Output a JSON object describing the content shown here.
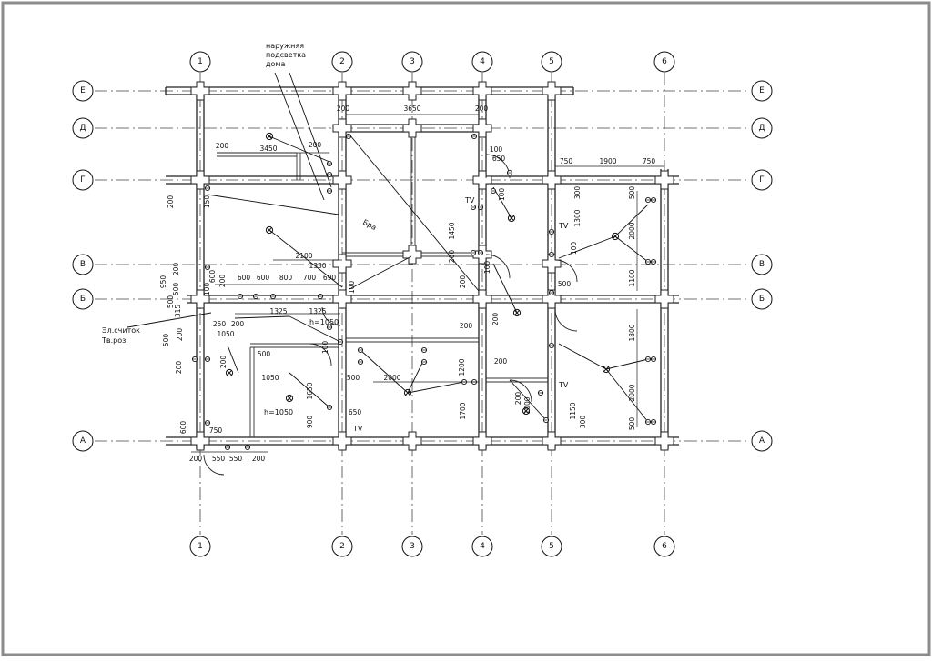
{
  "grid_axes": {
    "vertical": [
      "1",
      "2",
      "3",
      "4",
      "5",
      "6"
    ],
    "horizontal": [
      "Е",
      "Д",
      "Г",
      "В",
      "Б",
      "А"
    ]
  },
  "notes": {
    "outdoor_lighting": [
      "наружняя",
      "подсветка",
      "дома"
    ],
    "panel": [
      "Эл.считок",
      "Тв.роз."
    ],
    "sconce": "Бра",
    "h1050": "h=1050",
    "tv": "TV"
  },
  "dimensions": {
    "top_200a": "200",
    "top_3650": "3650",
    "top_200b": "200",
    "d_3450": "3450",
    "d_200a": "200",
    "d_200b": "200",
    "d_100": "100",
    "d_650": "650",
    "r_750a": "750",
    "r_1900": "1900",
    "r_750b": "750",
    "g_150": "150",
    "g_200": "200",
    "g_100": "100",
    "g_300": "300",
    "g_500": "500",
    "g_1300": "1300",
    "g_2000": "2000",
    "g_1450": "1450",
    "g_200c": "200",
    "v_2100": "2100",
    "v_1330": "1330",
    "v_950": "950",
    "v_200": "200",
    "v_500": "500",
    "v_600": "600",
    "v_100": "100",
    "b_600a": "600",
    "b_600b": "600",
    "b_800": "800",
    "b_700": "700",
    "b_690": "690",
    "b_100": "100",
    "b_200": "200",
    "b_100b": "100",
    "b_1100": "1100",
    "b_500": "500",
    "b_100c": "100",
    "m_1325a": "1325",
    "m_1325b": "1325",
    "m_315": "315",
    "m_250": "250",
    "m_200": "200",
    "m_1050": "1050",
    "m_500": "500",
    "m_200b": "200",
    "m_200c": "200",
    "m_500b": "500",
    "m_1050b": "1050",
    "m_100": "100",
    "m_200d": "200",
    "m_1800": "1800",
    "m_500c": "500",
    "m_2000": "2000",
    "m_200e": "200",
    "m_1200": "1200",
    "m_200f": "200",
    "m_200g": "200",
    "m_1000": "1000",
    "m_1150": "1150",
    "m_2000b": "2000",
    "m_200h": "200",
    "m_1700": "1700",
    "m_650": "650",
    "m_900": "900",
    "m_1650": "1650",
    "m_300": "300",
    "m_500d": "500",
    "a_600": "600",
    "a_750": "750",
    "a_200a": "200",
    "a_550a": "550",
    "a_550b": "550",
    "a_200b": "200",
    "b_500b": "500",
    "b_200d": "200"
  }
}
